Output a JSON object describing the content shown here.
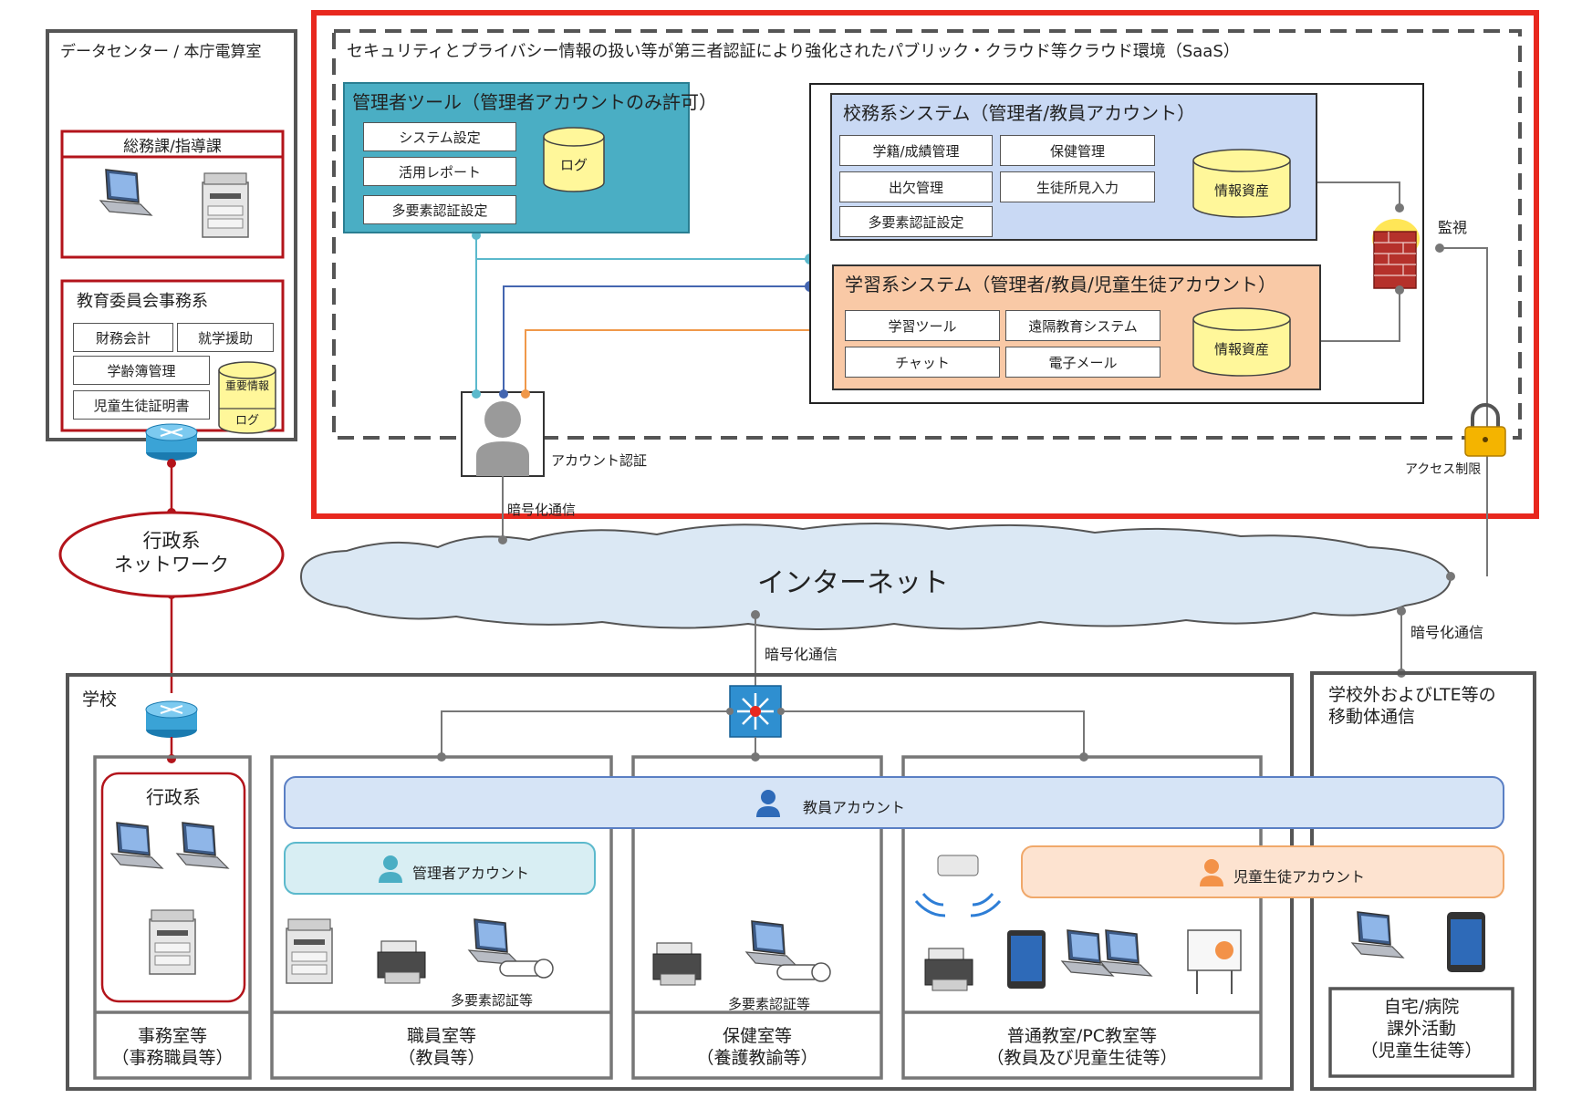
{
  "datacenter": {
    "title": "データセンター / 本庁電算室",
    "soumu": "総務課/指導課",
    "kyoiku": "教育委員会事務系",
    "items": [
      "財務会計",
      "就学援助",
      "学齢簿管理",
      "児童生徒証明書"
    ],
    "db_important": "重要情報",
    "db_log": "ログ"
  },
  "saas": {
    "title": "セキュリティとプライバシー情報の扱い等が第三者認証により強化されたパブリック・クラウド等クラウド環境（SaaS）",
    "admin_tool": {
      "title": "管理者ツール（管理者アカウントのみ許可）",
      "items": [
        "システム設定",
        "活用レポート",
        "多要素認証設定"
      ],
      "db": "ログ"
    },
    "koumu": {
      "title": "校務系システム（管理者/教員アカウント）",
      "items": [
        "学籍/成績管理",
        "保健管理",
        "出欠管理",
        "生徒所見入力",
        "多要素認証設定"
      ],
      "db": "情報資産"
    },
    "gakushu": {
      "title": "学習系システム（管理者/教員/児童生徒アカウント）",
      "items": [
        "学習ツール",
        "遠隔教育システム",
        "チャット",
        "電子メール"
      ],
      "db": "情報資産"
    },
    "monitor": "監視",
    "access": "アクセス制限",
    "account_auth": "アカウント認証",
    "encrypted_top": "暗号化通信"
  },
  "network": {
    "gyosei": "行政系\nネットワーク",
    "internet": "インターネット",
    "encrypted_mid": "暗号化通信",
    "encrypted_right": "暗号化通信"
  },
  "school": {
    "title": "学校",
    "gyosei_box": "行政系",
    "teacher_account": "教員アカウント",
    "admin_account": "管理者アカウント",
    "student_account": "児童生徒アカウント",
    "mfa_1": "多要素認証等",
    "mfa_2": "多要素認証等",
    "rooms": [
      "事務室等\n（事務職員等）",
      "職員室等\n（教員等）",
      "保健室等\n（養護教諭等）",
      "普通教室/PC教室等\n（教員及び児童生徒等）"
    ]
  },
  "outside": {
    "title": "学校外およびLTE等の\n移動体通信",
    "caption": "自宅/病院\n課外活動\n（児童生徒等）"
  },
  "colors": {
    "red": "#e8281e",
    "admin_teal": "#4aaec4",
    "koumu_blue": "#c9d9f4",
    "gakushu_orange": "#f9c9a6",
    "db_yellow": "#fff79a",
    "cloud": "#dbe8f4"
  }
}
